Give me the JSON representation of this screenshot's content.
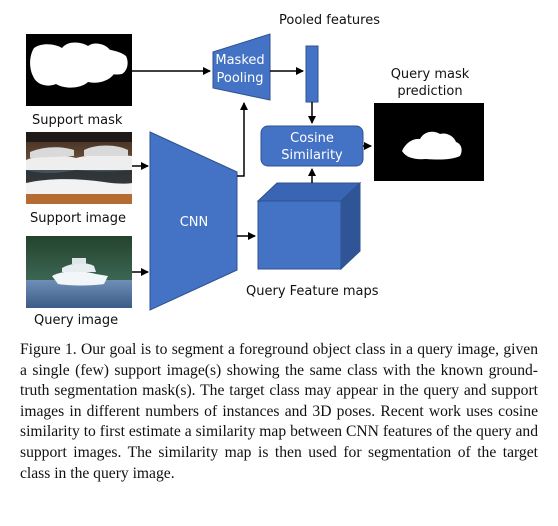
{
  "diagram": {
    "pooled_features_label": "Pooled features",
    "masked_pooling_label": [
      "Masked",
      "Pooling"
    ],
    "cosine_similarity_label": [
      "Cosine",
      "Similarity"
    ],
    "query_mask_prediction_label": [
      "Query mask",
      "prediction"
    ],
    "support_mask_label": "Support mask",
    "support_image_label": "Support image",
    "query_image_label": "Query image",
    "cnn_label": "CNN",
    "query_feature_maps_label": "Query Feature maps",
    "colors": {
      "block_fill": "#4472c4",
      "block_stroke": "#2f528f",
      "arrow": "#000000"
    }
  },
  "caption": {
    "text": "Figure 1. Our goal is to segment a foreground object class in a query image, given a single (few) support image(s) showing the same class with the known ground-truth segmentation mask(s). The target class may appear in the query and support images in different numbers of instances and 3D poses. Recent work uses cosine similarity to first estimate a similarity map between CNN features of the query and support images. The similarity map is then used for segmentation of the target class in the query image."
  }
}
